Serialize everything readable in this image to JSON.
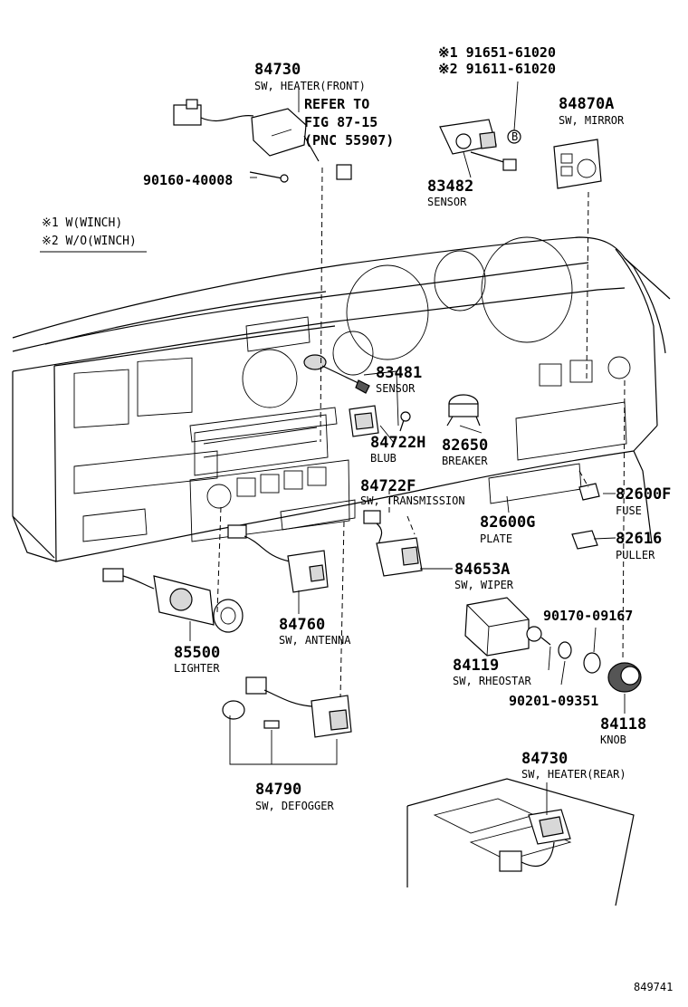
{
  "notes": {
    "winch_1": "※1 W(WINCH)",
    "winch_2": "※2 W/O(WINCH)"
  },
  "refer": {
    "line1": "REFER TO",
    "line2": "FIG 87-15",
    "line3": "(PNC 55907)"
  },
  "top_codes": {
    "code1": "※1 91651-61020",
    "code2": "※2 91611-61020",
    "circle_letter": "B"
  },
  "parts": [
    {
      "number": "84730",
      "name": "SW, HEATER(FRONT)"
    },
    {
      "number": "90160-40008",
      "name": ""
    },
    {
      "number": "83482",
      "name": "SENSOR"
    },
    {
      "number": "84870A",
      "name": "SW, MIRROR"
    },
    {
      "number": "83481",
      "name": "SENSOR"
    },
    {
      "number": "84722H",
      "name": "BLUB"
    },
    {
      "number": "82650",
      "name": "BREAKER"
    },
    {
      "number": "84722F",
      "name": "SW, TRANSMISSION"
    },
    {
      "number": "82600F",
      "name": "FUSE"
    },
    {
      "number": "82600G",
      "name": "PLATE"
    },
    {
      "number": "82616",
      "name": "PULLER"
    },
    {
      "number": "84653A",
      "name": "SW, WIPER"
    },
    {
      "number": "90170-09167",
      "name": ""
    },
    {
      "number": "84760",
      "name": "SW, ANTENNA"
    },
    {
      "number": "85500",
      "name": "LIGHTER"
    },
    {
      "number": "84119",
      "name": "SW, RHEOSTAR"
    },
    {
      "number": "90201-09351",
      "name": ""
    },
    {
      "number": "84118",
      "name": "KNOB"
    },
    {
      "number": "84730",
      "name": "SW, HEATER(REAR)"
    },
    {
      "number": "84790",
      "name": "SW, DEFOGGER"
    }
  ],
  "figure_id": "849741"
}
